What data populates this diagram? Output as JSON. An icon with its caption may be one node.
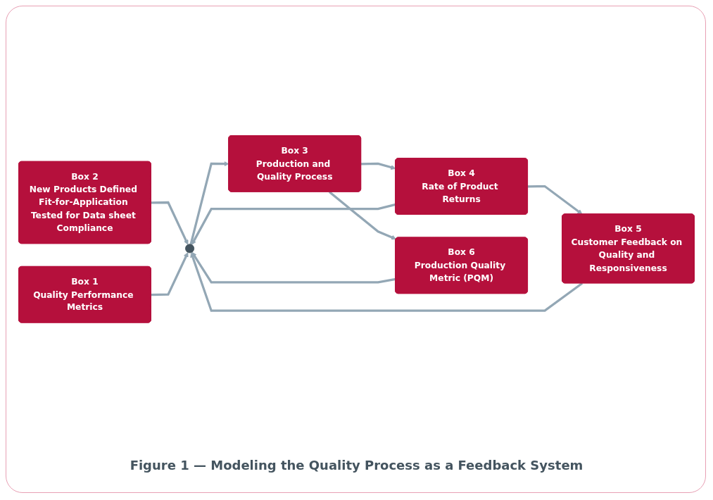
{
  "diagram": {
    "caption": "Figure 1 — Modeling the Quality Process as a Feedback System",
    "nodes": [
      {
        "text": [
          "Box 2",
          "New Products Defined Fit-for-Application Tested for Data sheet Compliance"
        ]
      },
      {
        "text": [
          "Box 1",
          "Quality Performance Metrics"
        ]
      },
      {
        "text": [],
        "shape": "circle"
      },
      {
        "text": [
          "Box 3",
          "Production and Quality Process"
        ]
      },
      {
        "text": [
          "Box 4",
          "Rate of Product Returns"
        ]
      },
      {
        "text": [
          "Box 5",
          "Customer Feedback on Quality and Responsiveness"
        ]
      },
      {
        "text": [
          "Box 6",
          "Production Quality Metric (PQM)"
        ]
      }
    ],
    "edges": [
      {
        "from": 0,
        "to": 2,
        "arrow": "to"
      },
      {
        "from": 1,
        "to": 2,
        "arrow": "to"
      },
      {
        "from": 2,
        "to": 3,
        "arrow": "to"
      },
      {
        "from": 3,
        "to": 4,
        "arrow": "to"
      },
      {
        "from": 4,
        "to": 5,
        "arrow": "to"
      },
      {
        "from": 3,
        "to": 6,
        "arrow": "to"
      },
      {
        "from": 6,
        "to": 2,
        "arrow": "to"
      },
      {
        "from": 4,
        "to": 2,
        "arrow": "to"
      },
      {
        "from": 5,
        "to": 2,
        "arrow": "to"
      }
    ]
  }
}
